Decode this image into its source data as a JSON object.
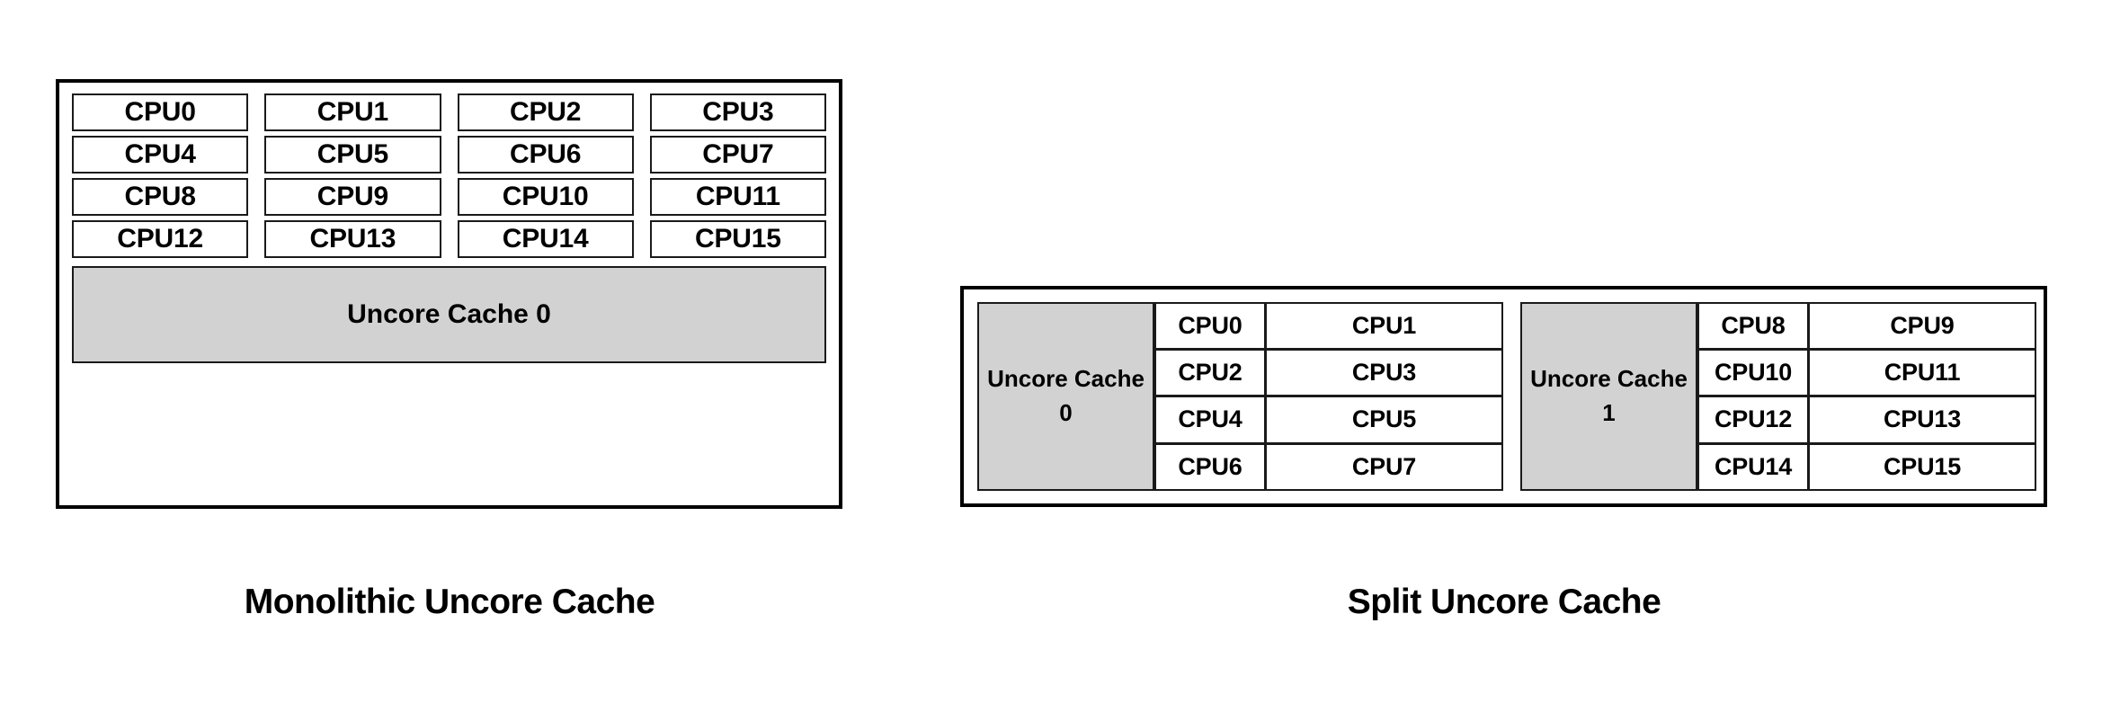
{
  "figure": {
    "background_color": "#ffffff",
    "line_color": "#000000",
    "cache_fill_color": "#d2d2d2"
  },
  "monolithic": {
    "caption": "Monolithic Uncore Cache",
    "cpus": [
      "CPU0",
      "CPU1",
      "CPU2",
      "CPU3",
      "CPU4",
      "CPU5",
      "CPU6",
      "CPU7",
      "CPU8",
      "CPU9",
      "CPU10",
      "CPU11",
      "CPU12",
      "CPU13",
      "CPU14",
      "CPU15"
    ],
    "cache_label": "Uncore Cache 0"
  },
  "split": {
    "caption": "Split Uncore Cache",
    "panels": [
      {
        "left_cpus": [
          "CPU0",
          "CPU2",
          "CPU4",
          "CPU6"
        ],
        "cache_label": "Uncore Cache 0",
        "right_cpus": [
          "CPU1",
          "CPU3",
          "CPU5",
          "CPU7"
        ]
      },
      {
        "left_cpus": [
          "CPU8",
          "CPU10",
          "CPU12",
          "CPU14"
        ],
        "cache_label": "Uncore Cache 1",
        "right_cpus": [
          "CPU9",
          "CPU11",
          "CPU13",
          "CPU15"
        ]
      }
    ]
  }
}
